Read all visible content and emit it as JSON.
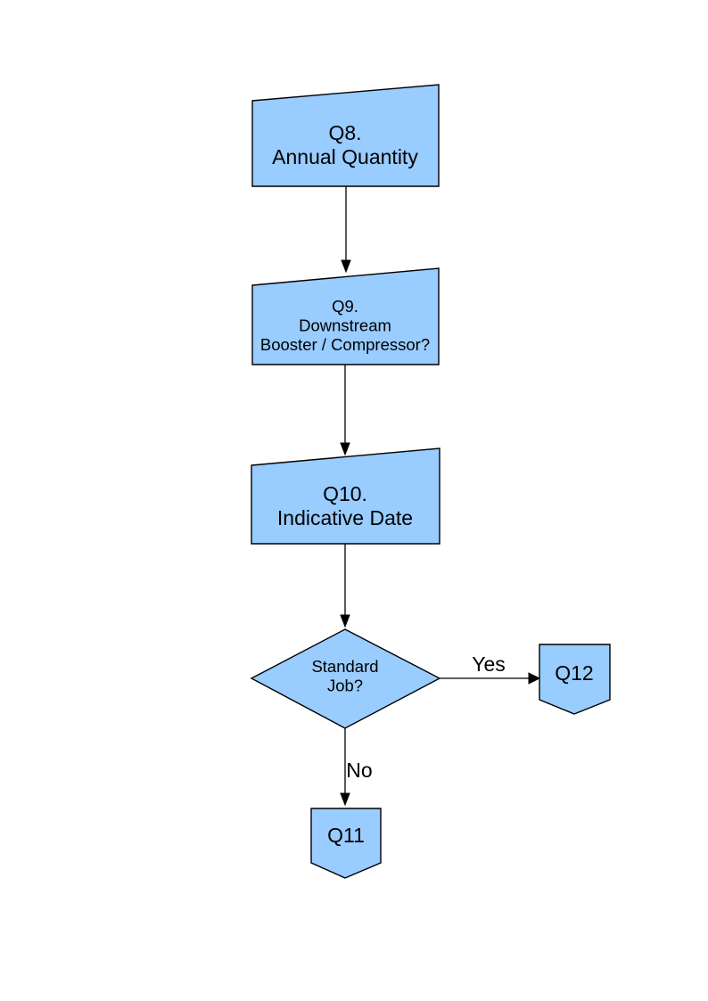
{
  "colors": {
    "page_background": "#FFFFFF",
    "node_fill": "#99CCFF",
    "node_stroke": "#000000",
    "connector": "#000000",
    "text": "#000000"
  },
  "nodes": {
    "q8": {
      "shape": "manual-input",
      "line1": "Q8.",
      "line2": "Annual Quantity"
    },
    "q9": {
      "shape": "manual-input",
      "line1": "Q9.",
      "line2": "Downstream",
      "line3": "Booster / Compressor?"
    },
    "q10": {
      "shape": "manual-input",
      "line1": "Q10.",
      "line2": "Indicative Date"
    },
    "decision": {
      "shape": "decision-diamond",
      "line1": "Standard",
      "line2": "Job?"
    },
    "q12": {
      "shape": "off-page-connector",
      "label": "Q12"
    },
    "q11": {
      "shape": "off-page-connector",
      "label": "Q11"
    }
  },
  "edge_labels": {
    "yes": "Yes",
    "no": "No"
  }
}
